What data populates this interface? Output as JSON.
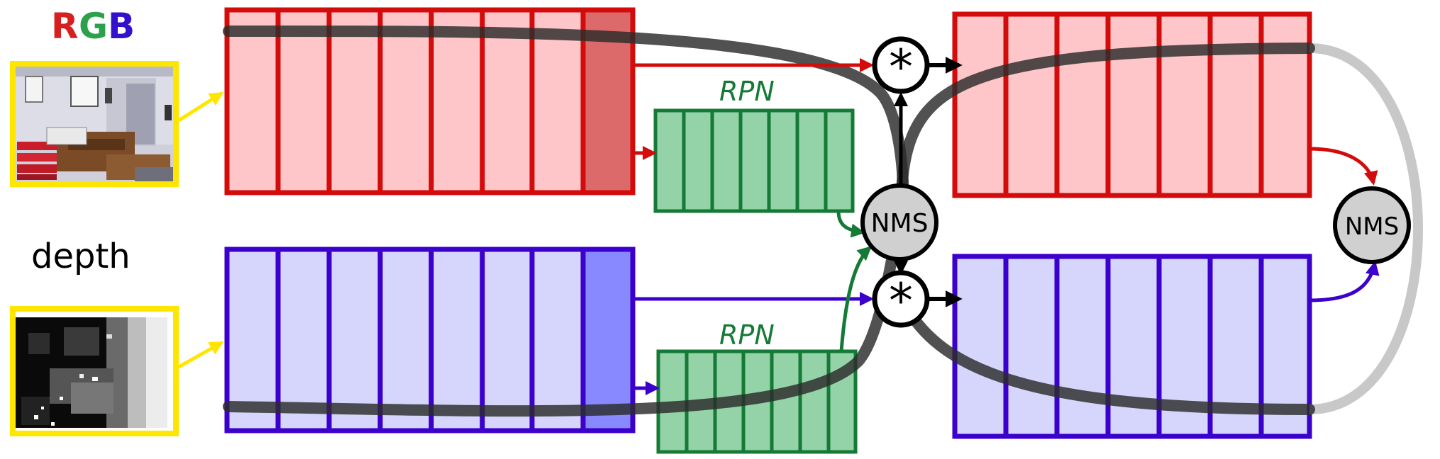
{
  "labels": {
    "rgb_letters": [
      "R",
      "G",
      "B"
    ],
    "depth": "depth",
    "rpn_top": "RPN",
    "rpn_bottom": "RPN",
    "nms_center": "NMS",
    "nms_right": "NMS",
    "multiply_symbol": "*"
  },
  "colors": {
    "rgb_r": "#d81f1f",
    "rgb_g": "#2aa14a",
    "rgb_b": "#3311cc",
    "red_stroke": "#d40b0b",
    "red_fill": "#ffc6c9",
    "red_dark_fill": "#dd6a6a",
    "blue_stroke": "#3c00cc",
    "blue_fill": "#d6d6fd",
    "blue_dark_fill": "#8888ff",
    "green_stroke": "#147a36",
    "green_fill": "#94d3a8",
    "yellow": "#ffe600",
    "gray_path": "#c8c8c8",
    "dark_path": "#2b2b2b",
    "node_fill": "#d0d0d0"
  },
  "counts": {
    "rgb_cells": 8,
    "depth_cells": 8,
    "rpn_cells": 7,
    "fusion_cells": 7
  }
}
